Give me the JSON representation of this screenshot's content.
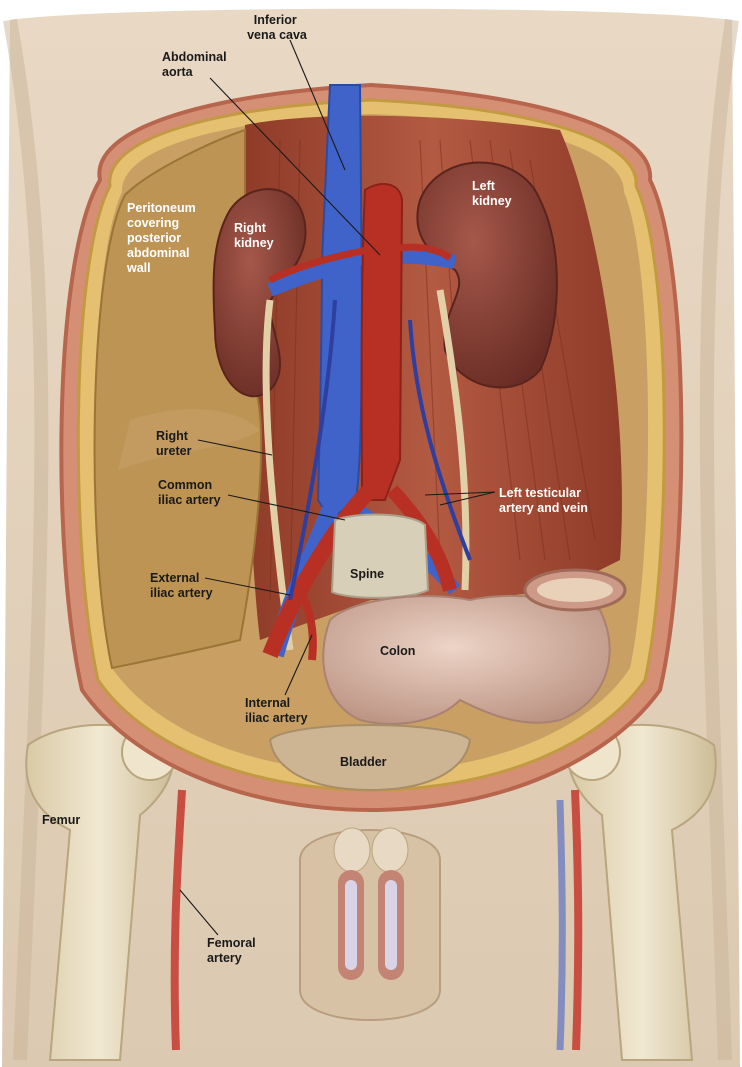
{
  "labels": {
    "inferior_vena_cava": [
      "Inferior",
      "vena cava"
    ],
    "abdominal_aorta": [
      "Abdominal",
      "aorta"
    ],
    "peritoneum": [
      "Peritoneum",
      "covering",
      "posterior",
      "abdominal",
      "wall"
    ],
    "right_kidney": [
      "Right",
      "kidney"
    ],
    "left_kidney": [
      "Left",
      "kidney"
    ],
    "right_ureter": [
      "Right",
      "ureter"
    ],
    "common_iliac_artery": [
      "Common",
      "iliac artery"
    ],
    "left_testicular": [
      "Left testicular",
      "artery and vein"
    ],
    "spine": [
      "Spine"
    ],
    "external_iliac_artery": [
      "External",
      "iliac artery"
    ],
    "colon": [
      "Colon"
    ],
    "internal_iliac_artery": [
      "Internal",
      "iliac artery"
    ],
    "bladder": [
      "Bladder"
    ],
    "femur": [
      "Femur"
    ],
    "femoral_artery": [
      "Femoral",
      "artery"
    ]
  },
  "colors": {
    "background": "#ffffff",
    "skin": "#e3d2bd",
    "skin_shadow": "#c9b398",
    "cavity_wall": "#c99f63",
    "peritoneum": "#b88f4c",
    "muscle": "#a64b34",
    "muscle_light": "#c3705a",
    "kidney": "#7e3a30",
    "kidney_highlight": "#a5584a",
    "vein": "#3f63c9",
    "artery": "#b83024",
    "bone": "#e8dcc0",
    "colon": "#d8b8a8",
    "bladder": "#cdb492",
    "label_dark": "#1a1a1a",
    "label_light": "#ffffff"
  },
  "icons": {
    "kidney": "kidney-shape",
    "vessel": "blood-vessel",
    "bone": "bone-shape"
  }
}
